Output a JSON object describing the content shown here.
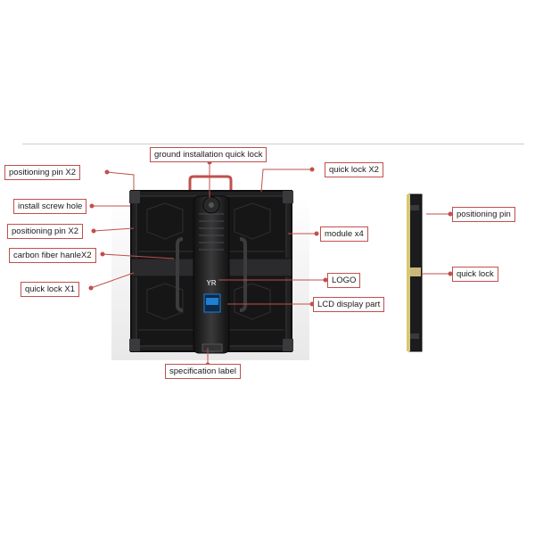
{
  "labels": {
    "ground_installation_quick_lock": "ground installation quick lock",
    "positioning_pin_x2_top": "positioning pin X2",
    "quick_lock_x2": "quick lock X2",
    "install_screw_hole": "install screw hole",
    "positioning_pin_x2_left": "positioning pin X2",
    "module_x4": "module x4",
    "carbon_fiber_handle_x2": "carbon fiber hanleX2",
    "logo": "LOGO",
    "quick_lock_x1": "quick lock X1",
    "lcd_display_part": "LCD display part",
    "specification_label": "specification label",
    "positioning_pin_side": "positioning pin",
    "quick_lock_side": "quick lock"
  },
  "colors": {
    "leader_line": "#c0504d",
    "cabinet": "#1c1c1e",
    "frame": "#2a2a2c",
    "handle_accent": "#c0504d",
    "lcd": "#1f7fd0"
  }
}
